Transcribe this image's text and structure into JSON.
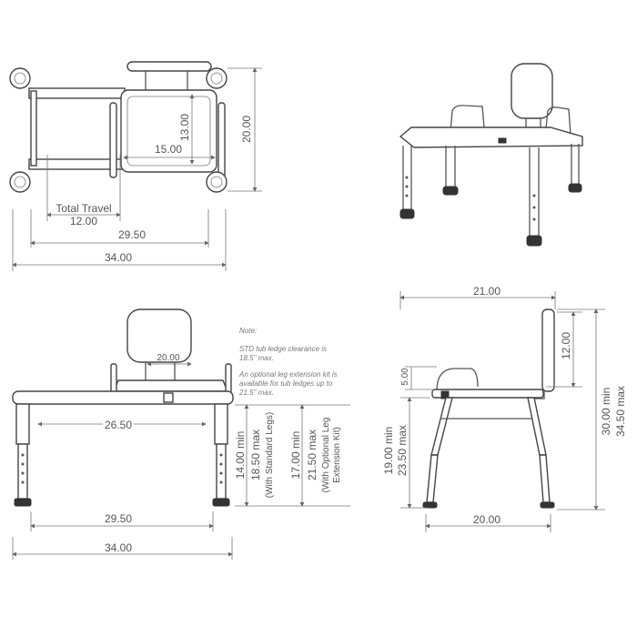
{
  "top_view": {
    "total_travel": "Total Travel",
    "travel": "12.00",
    "inner_width": "29.50",
    "overall_width": "34.00",
    "depth": "20.00",
    "seat_depth": "13.00",
    "seat_width": "15.00"
  },
  "front_view": {
    "backrest_width": "20.00",
    "leg_span": "26.50",
    "inner_width": "29.50",
    "overall_width": "34.00",
    "std_min": "14.00 min",
    "std_max": "18.50 max",
    "std_note": "(With Standard Legs)",
    "ext_min": "17.00 min",
    "ext_max": "21.50 max",
    "ext_note_1": "(With Optional Leg",
    "ext_note_2": "Extension Kit)"
  },
  "note": {
    "heading": "Note:",
    "line1a": "STD  tub  ledge  clearance  is",
    "line1b": "18.5\" max.",
    "line2a": "An optional  leg extension kit is",
    "line2b": "available  for tub ledges up to",
    "line2c": "21.5\" max."
  },
  "side_view": {
    "overall_depth": "21.00",
    "backrest_height": "12.00",
    "arm_height": "5.00",
    "seat_min": "19.00 min",
    "seat_max": "23.50 max",
    "total_min": "30.00 min",
    "total_max": "34.50 max",
    "base_depth": "20.00"
  }
}
